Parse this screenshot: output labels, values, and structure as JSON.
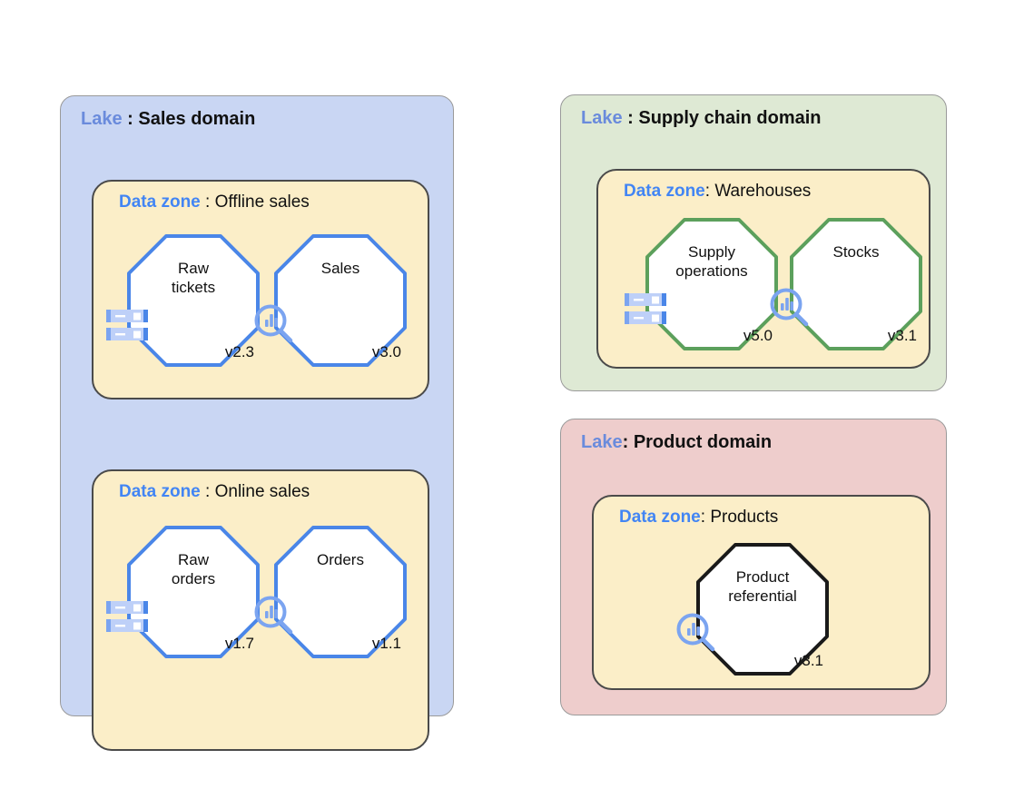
{
  "colors": {
    "lake_sales_fill": "#c9d6f3",
    "lake_supply_fill": "#dee9d4",
    "lake_product_fill": "#eecdcc",
    "zone_fill": "#fbeec8",
    "node_blue": "#4a86e8",
    "node_green": "#5ca05c",
    "node_black": "#1a1a1a",
    "keyword_blue": "#4285f4",
    "lake_keyword_blue": "#6a8bdc",
    "icon_blue": "#7ba4f0"
  },
  "lakes": [
    {
      "keyword": "Lake",
      "separator": " : ",
      "name": "Sales domain",
      "zones": [
        {
          "keyword": "Data zone",
          "separator": " : ",
          "name": "Offline sales",
          "nodes": [
            {
              "label": "Raw\ntickets",
              "version": "v2.3",
              "icon": "database-icon",
              "outline": "blue"
            },
            {
              "label": "Sales",
              "version": "v3.0",
              "icon": "data-analytics-icon",
              "outline": "blue"
            }
          ]
        },
        {
          "keyword": "Data zone",
          "separator": " : ",
          "name": "Online sales",
          "nodes": [
            {
              "label": "Raw\norders",
              "version": "v1.7",
              "icon": "database-icon",
              "outline": "blue"
            },
            {
              "label": "Orders",
              "version": "v1.1",
              "icon": "data-analytics-icon",
              "outline": "blue"
            }
          ]
        }
      ]
    },
    {
      "keyword": "Lake",
      "separator": " : ",
      "name": "Supply chain domain",
      "zones": [
        {
          "keyword": "Data zone",
          "separator": ": ",
          "name": "Warehouses",
          "nodes": [
            {
              "label": "Supply\noperations",
              "version": "v5.0",
              "icon": "database-icon",
              "outline": "green"
            },
            {
              "label": "Stocks",
              "version": "v3.1",
              "icon": "data-analytics-icon",
              "outline": "green"
            }
          ]
        }
      ]
    },
    {
      "keyword": "Lake",
      "separator": ": ",
      "name": "Product domain",
      "zones": [
        {
          "keyword": "Data zone",
          "separator": ": ",
          "name": "Products",
          "nodes": [
            {
              "label": "Product\nreferential",
              "version": "v3.1",
              "icon": "data-analytics-icon",
              "outline": "black"
            }
          ]
        }
      ]
    }
  ]
}
